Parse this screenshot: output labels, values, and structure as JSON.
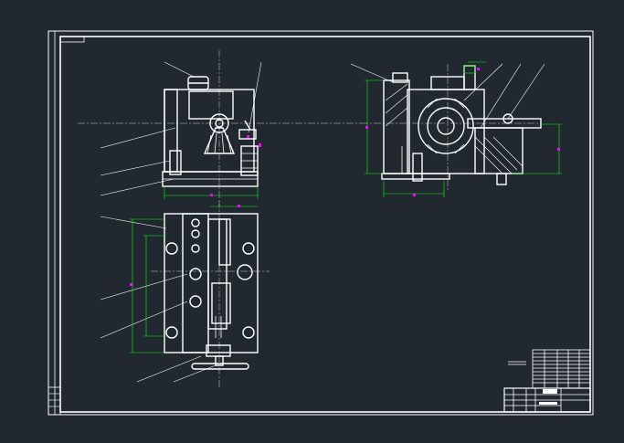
{
  "drawing": {
    "title_block_rows": 12,
    "colors": {
      "background": "#212830",
      "line": "#ffffff",
      "dimension": "#00ff00",
      "highlight": "#ff00ff",
      "center_line": "#cccccc"
    },
    "views": [
      "front-view",
      "top-view",
      "side-view"
    ]
  }
}
